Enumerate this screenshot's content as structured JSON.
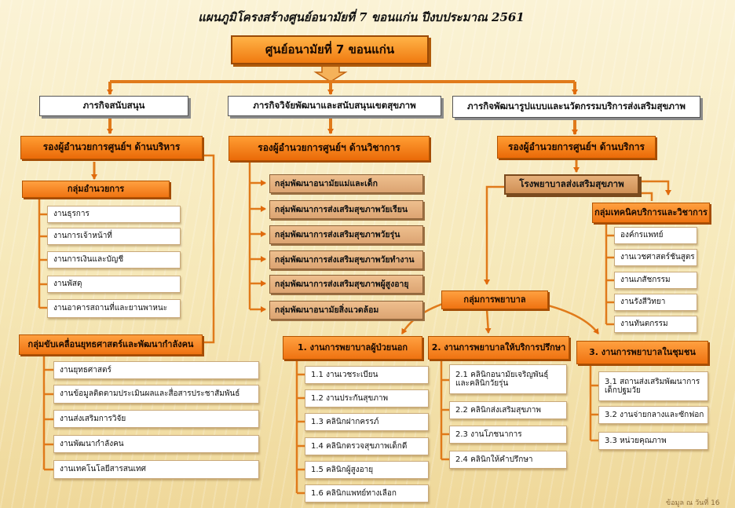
{
  "title": "แผนภูมิโครงสร้างศูนย์อนามัยที่  7  ขอนแก่น  ปีงบประมาณ 2561",
  "root": "ศูนย์อนามัยที่ 7 ขอนแก่น",
  "missions": [
    "ภารกิจสนับสนุน",
    "ภารกิจวิจัยพัฒนาและสนับสนุนเขตสุขภาพ",
    "ภารกิจพัฒนารูปแบบและนวัตกรรมบริการส่งเสริมสุขภาพ"
  ],
  "admin": {
    "deputy": "รองผู้อำนวยการศูนย์ฯ ด้านบริหาร",
    "office_group": "กลุ่มอำนวยการ",
    "office_units": [
      "งานธุรการ",
      "งานการเจ้าหน้าที่",
      "งานการเงินและบัญชี",
      "งานพัสดุ",
      "งานอาคารสถานที่และยานพาหนะ"
    ],
    "strategy_group": "กลุ่มขับเคลื่อนยุทธศาสตร์และพัฒนากำลังคน",
    "strategy_units": [
      "งานยุทธศาสตร์",
      "งานข้อมูลติดตามประเมินผลและสื่อสารประชาสัมพันธ์",
      "งานส่งเสริมการวิจัย",
      "งานพัฒนากำลังคน",
      "งานเทคโนโลยีสารสนเทศ"
    ]
  },
  "academic": {
    "deputy": "รองผู้อำนวยการศูนย์ฯ ด้านวิชาการ",
    "groups": [
      "กลุ่มพัฒนาอนามัยแม่และเด็ก",
      "กลุ่มพัฒนาการส่งเสริมสุขภาพวัยเรียน",
      "กลุ่มพัฒนาการส่งเสริมสุขภาพวัยรุ่น",
      "กลุ่มพัฒนาการส่งเสริมสุขภาพวัยทำงาน",
      "กลุ่มพัฒนาการส่งเสริมสุขภาพผู้สูงอายุ",
      "กลุ่มพัฒนาอนามัยสิ่งแวดล้อม"
    ]
  },
  "service": {
    "deputy": "รองผู้อำนวยการศูนย์ฯ ด้านบริการ",
    "hospital": "โรงพยาบาลส่งเสริมสุขภาพ",
    "tech_group": "กลุ่มเทคนิคบริการและวิชาการ",
    "tech_units": [
      "องค์กรแพทย์",
      "งานเวชศาสตร์ชันสูตร",
      "งานเภสัชกรรม",
      "งานรังสีวิทยา",
      "งานทันตกรรม"
    ],
    "nursing_group": "กลุ่มการพยาบาล",
    "nursing": [
      {
        "title": "1. งานการพยาบาลผู้ป่วยนอก",
        "units": [
          "1.1 งานเวชระเบียน",
          "1.2 งานประกันสุขภาพ",
          "1.3 คลินิกฝากครรภ์",
          "1.4 คลินิกตรวจสุขภาพเด็กดี",
          "1.5 คลินิกผู้สูงอายุ",
          "1.6  คลินิกแพทย์ทางเลือก"
        ]
      },
      {
        "title": "2. งานการพยาบาลให้บริการปรึกษา",
        "units": [
          "2.1 คลินิกอนามัยเจริญพันธุ์และคลินิกวัยรุ่น",
          "2.2 คลินิกส่งเสริมสุขภาพ",
          "2.3  งานโภชนาการ",
          "2.4 คลินิกให้คำปรึกษา"
        ]
      },
      {
        "title": "3. งานการพยาบาลในชุมชน",
        "units": [
          "3.1 สถานส่งเสริมพัฒนาการเด็กปฐมวัย",
          "3.2 งานจ่ายกลางและซักฟอก",
          "3.3 หน่วยคุณภาพ"
        ]
      }
    ]
  },
  "footer": "ข้อมูล ณ วันที่ 16",
  "colors": {
    "orange": "#f07a10",
    "line": "#e07a1a",
    "tan": "#dca472",
    "arrow": "#f26d00"
  }
}
